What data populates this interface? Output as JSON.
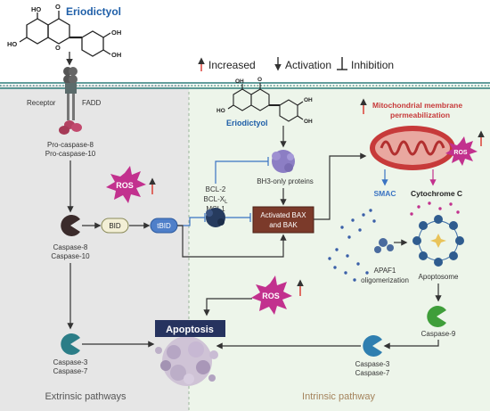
{
  "title": "Eriodictyol",
  "legend": {
    "increased": "Increased",
    "activation": "Activation",
    "inhibition": "Inhibition"
  },
  "extrinsic": {
    "receptor": "Receptor",
    "fadd": "FADD",
    "procaspase_8": "Pro-caspase-8",
    "procaspase_10": "Pro-caspase-10",
    "ros": "ROS",
    "caspase_8": "Caspase-8",
    "caspase_10": "Caspase-10",
    "bid": "BID",
    "tbid": "tBID",
    "caspase_3": "Caspase-3",
    "caspase_7": "Caspase-7",
    "label": "Extrinsic pathways"
  },
  "intrinsic": {
    "eriodictyol": "Eriodictyol",
    "bh3": "BH3-only proteins",
    "bcl2": "BCL-2",
    "bclxl": "BCL-X",
    "bclxl_sub": "L",
    "mcl1": "MCL1",
    "bax_line1": "Activated BAX",
    "bax_line2": "and BAK",
    "mito_line1": "Mitochondrial membrane",
    "mito_line2": "permeabilization",
    "ros": "ROS",
    "smac": "SMAC",
    "cytochrome": "Cytochrome C",
    "apaf1_line1": "APAF1",
    "apaf1_line2": "oligomerization",
    "apoptosome": "Apoptosome",
    "caspase_9": "Caspase-9",
    "caspase_3": "Caspase-3",
    "caspase_7": "Caspase-7",
    "ros2": "ROS",
    "label": "Intrinsic pathway"
  },
  "apoptosis": "Apoptosis",
  "colors": {
    "extrinsic_bg": "#e6e6e6",
    "intrinsic_bg": "#edf5ea",
    "membrane": "#2f7d7a",
    "title_blue": "#1f5fa8",
    "ros": "#c2318e",
    "up_arrow": "#d9261c",
    "caspase_teal": "#2b7d87",
    "caspase_green": "#3f9e3a",
    "caspase_dark": "#3b2b2b",
    "bid_fill": "#f3efd6",
    "tbid_fill": "#4f7fc9",
    "bax_fill": "#7b3a2a",
    "apoptosis_fill": "#26335f",
    "mito": "#c73a3a"
  }
}
